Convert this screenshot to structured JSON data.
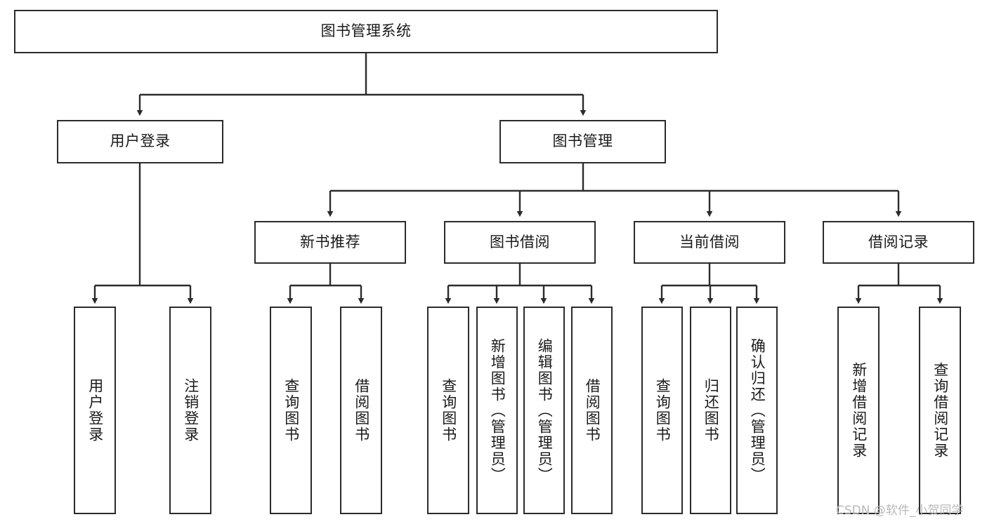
{
  "diagram": {
    "title": "图书管理系统",
    "type": "tree-hierarchy",
    "root": {
      "label": "图书管理系统"
    },
    "level2": [
      {
        "label": "用户登录"
      },
      {
        "label": "图书管理"
      }
    ],
    "level3": [
      {
        "label": "新书推荐",
        "parent": "图书管理"
      },
      {
        "label": "图书借阅",
        "parent": "图书管理"
      },
      {
        "label": "当前借阅",
        "parent": "图书管理"
      },
      {
        "label": "借阅记录",
        "parent": "图书管理"
      }
    ],
    "leaves": [
      {
        "label": "用户登录",
        "parent": "用户登录"
      },
      {
        "label": "注销登录",
        "parent": "用户登录"
      },
      {
        "label": "查询图书",
        "parent": "新书推荐"
      },
      {
        "label": "借阅图书",
        "parent": "新书推荐"
      },
      {
        "label": "查询图书",
        "parent": "图书借阅"
      },
      {
        "label": "新增图书（管理员）",
        "parent": "图书借阅"
      },
      {
        "label": "编辑图书（管理员）",
        "parent": "图书借阅"
      },
      {
        "label": "借阅图书",
        "parent": "图书借阅"
      },
      {
        "label": "查询图书",
        "parent": "当前借阅"
      },
      {
        "label": "归还图书",
        "parent": "当前借阅"
      },
      {
        "label": "确认归还（管理员）",
        "parent": "当前借阅"
      },
      {
        "label": "新增借阅记录",
        "parent": "借阅记录"
      },
      {
        "label": "查询借阅记录",
        "parent": "借阅记录"
      }
    ]
  },
  "watermark": {
    "text": "CSDN @软件_小贺同学"
  },
  "colors": {
    "stroke": "#2b2b2b",
    "fill": "#ffffff",
    "text": "#1a1a1a",
    "watermark": "#b9b9b9"
  }
}
